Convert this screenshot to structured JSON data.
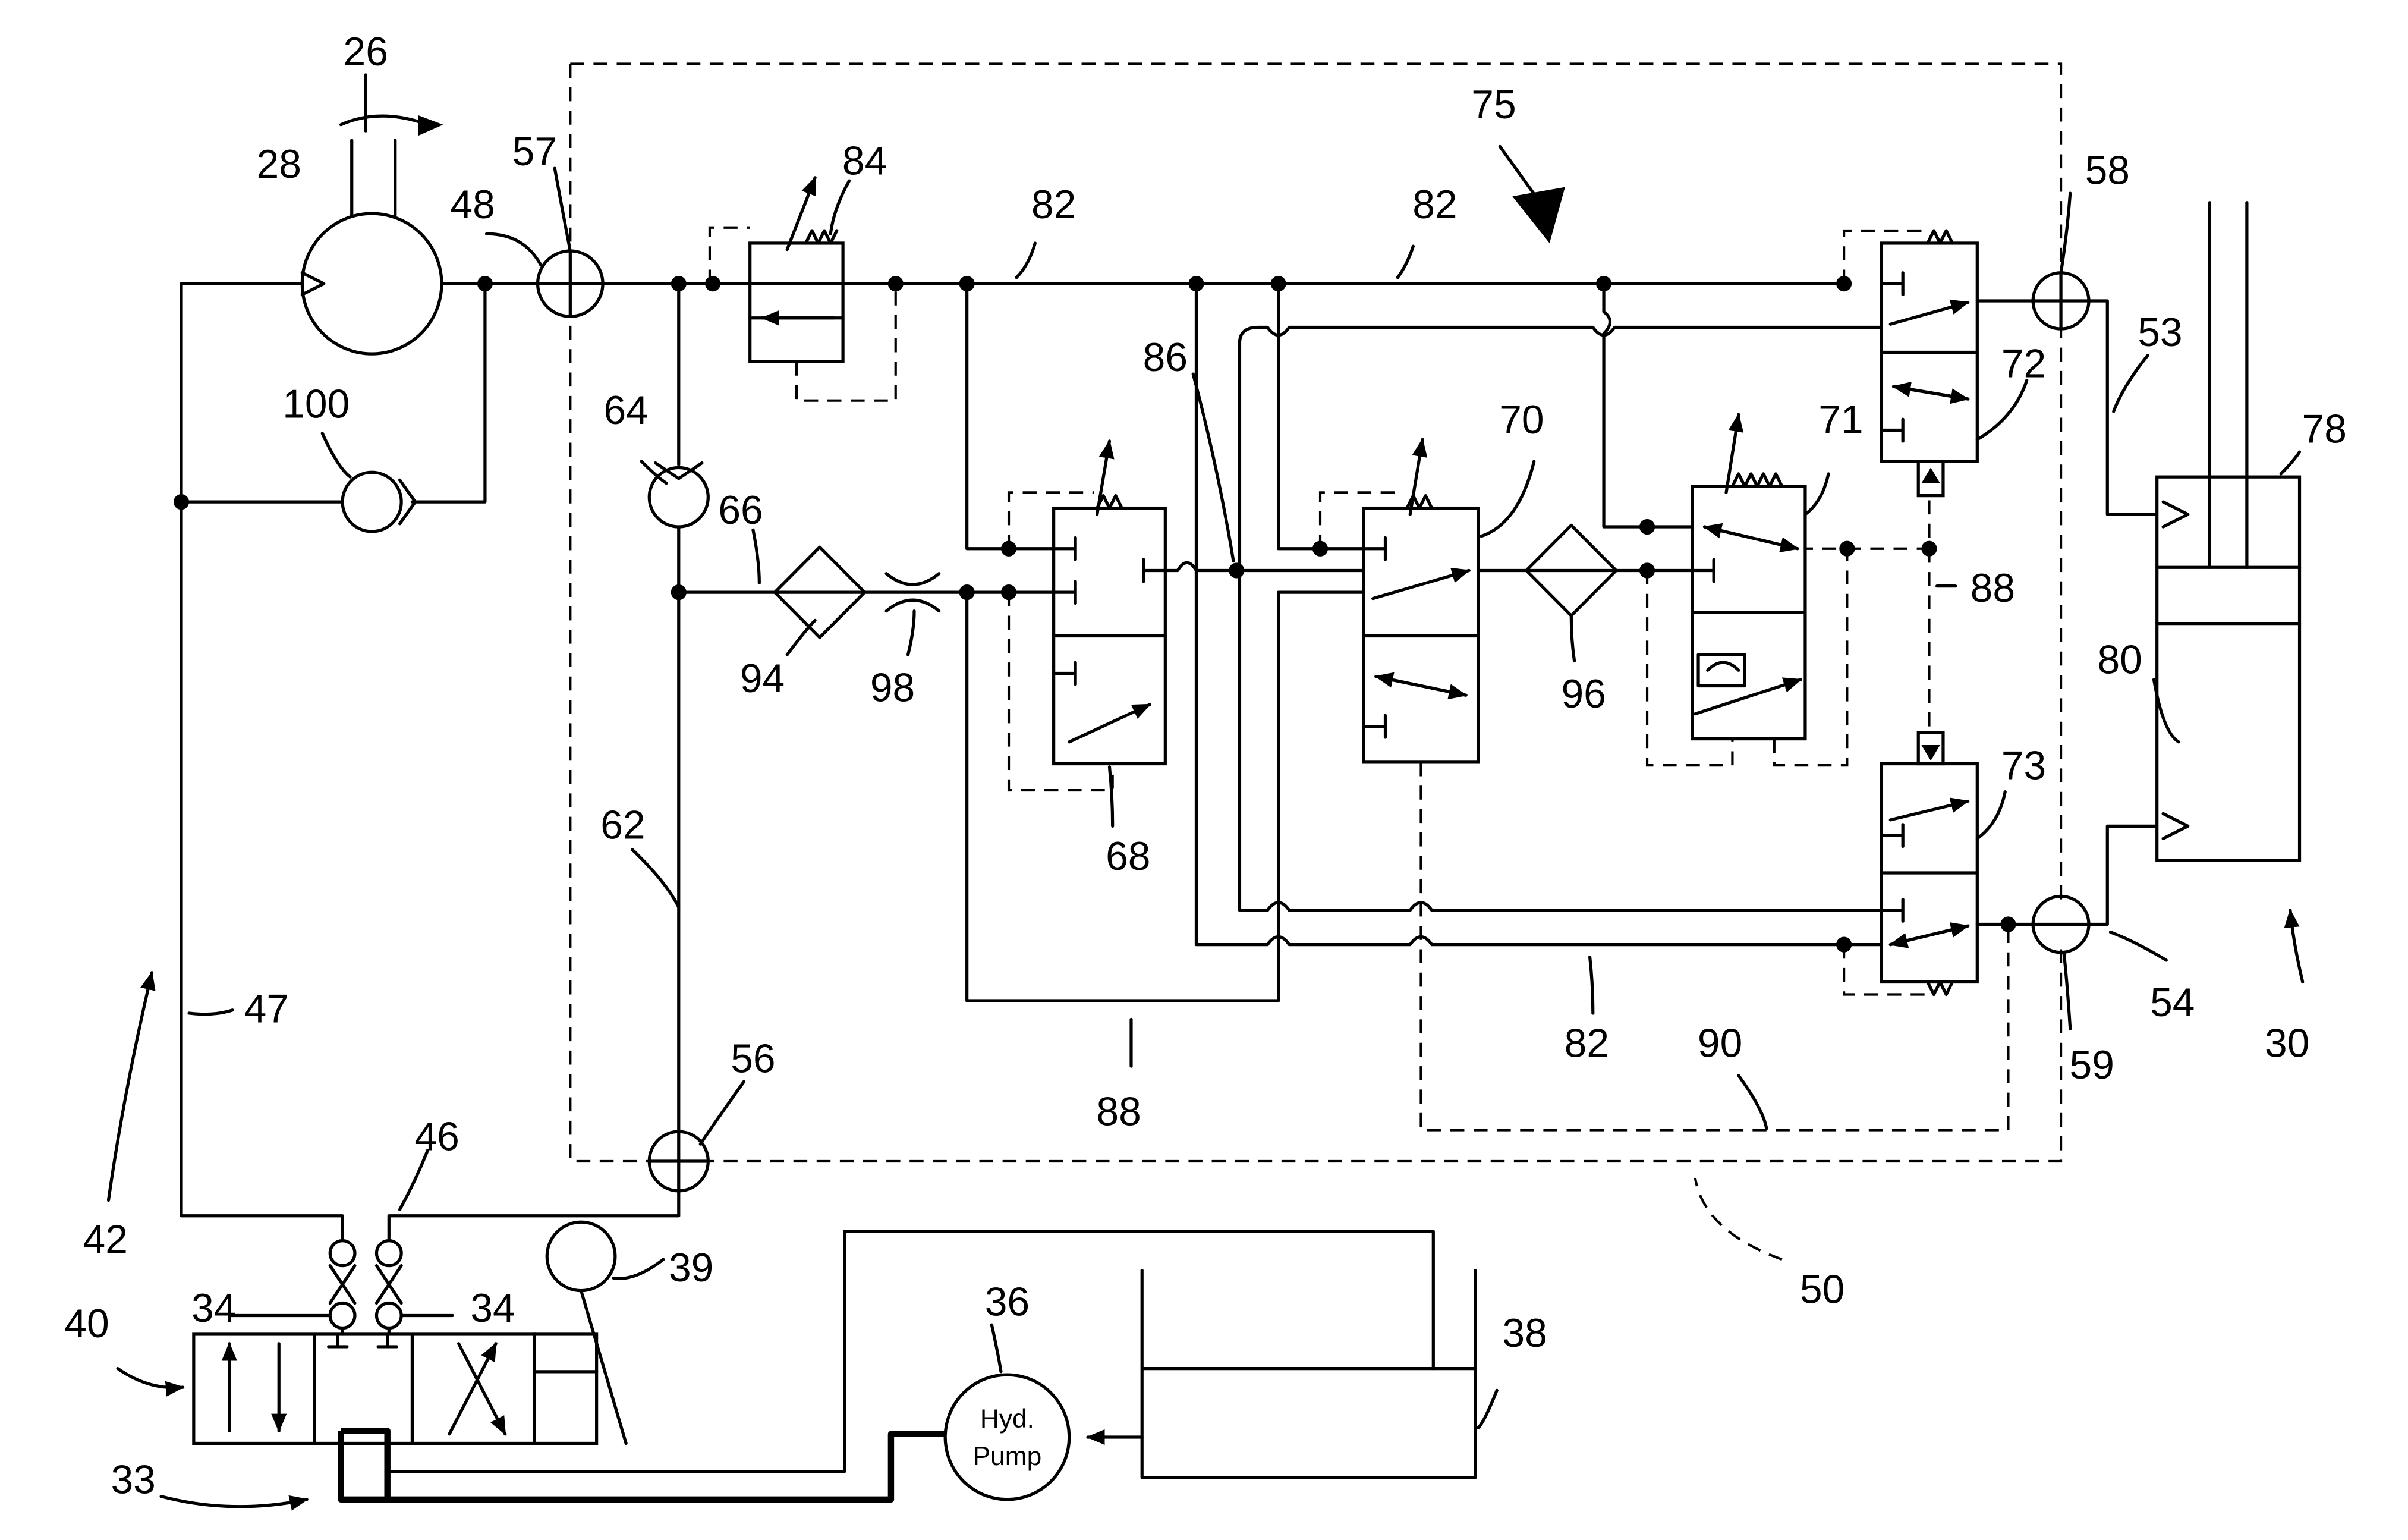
{
  "labels": {
    "l26": "26",
    "l28": "28",
    "l48": "48",
    "l57": "57",
    "l84": "84",
    "l82a": "82",
    "l82b": "82",
    "l82c": "82",
    "l75": "75",
    "l58": "58",
    "l53": "53",
    "l72": "72",
    "l78": "78",
    "l100": "100",
    "l64": "64",
    "l66": "66",
    "l86": "86",
    "l70": "70",
    "l71": "71",
    "l88a": "88",
    "l88b": "88",
    "l94": "94",
    "l98": "98",
    "l96": "96",
    "l80": "80",
    "l68": "68",
    "l73": "73",
    "l62": "62",
    "l47": "47",
    "l56": "56",
    "l59": "59",
    "l54": "54",
    "l30": "30",
    "l90": "90",
    "l46": "46",
    "l42": "42",
    "l39": "39",
    "l50": "50",
    "l36": "36",
    "l38": "38",
    "l40": "40",
    "l34a": "34",
    "l34b": "34",
    "l33": "33"
  },
  "pump": {
    "line1": "Hyd.",
    "line2": "Pump"
  }
}
